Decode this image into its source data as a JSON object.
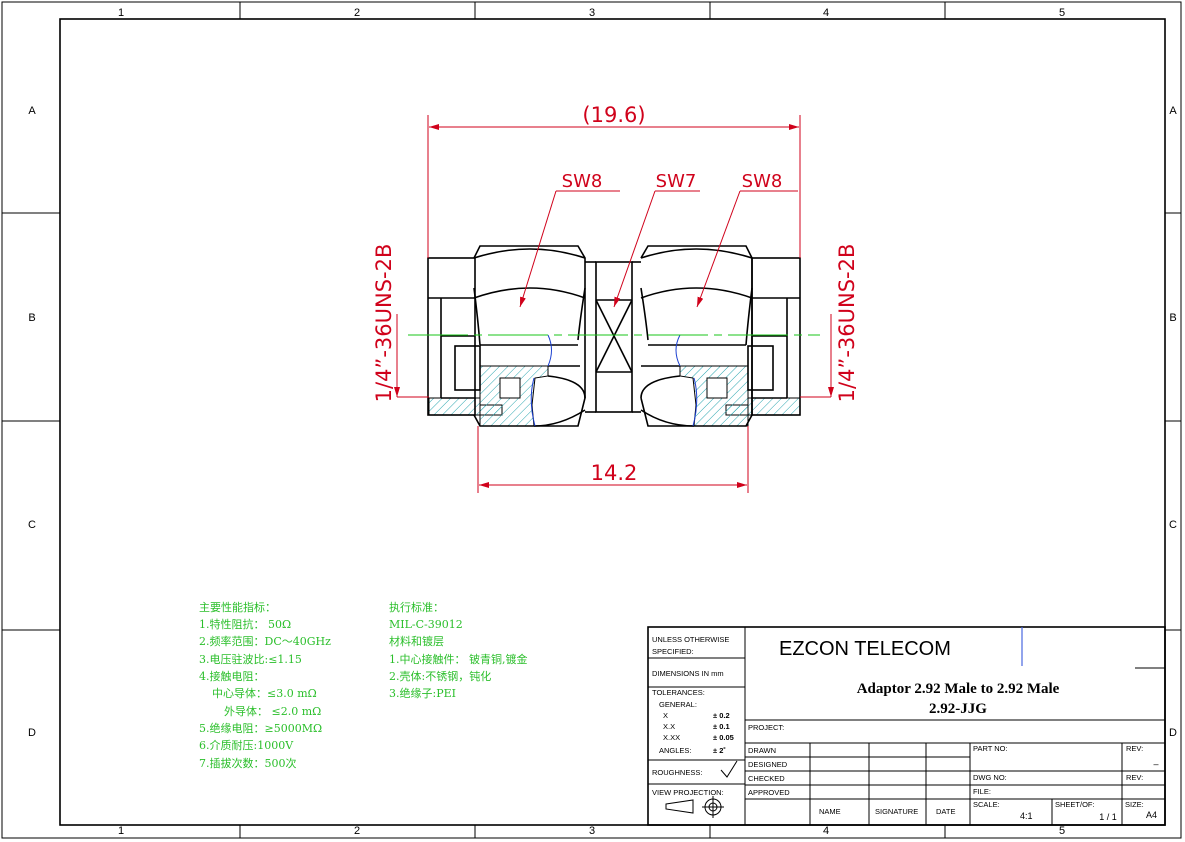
{
  "zones": {
    "columns": [
      "1",
      "2",
      "3",
      "4",
      "5"
    ],
    "rows": [
      "A",
      "B",
      "C",
      "D"
    ]
  },
  "drawing": {
    "overall_length": "(19.6)",
    "body_length": "14.2",
    "wrench_left": "SW8",
    "wrench_middle": "SW7",
    "wrench_right": "SW8",
    "thread_left": "1/4”-36UNS-2B",
    "thread_right": "1/4”-36UNS-2B"
  },
  "specs": {
    "title": "主要性能指标：",
    "lines": [
      "1.特性阻抗： 50Ω",
      "2.频率范围：DC～40GHz",
      "3.电压驻波比:≤1.15",
      "4.接触电阻：",
      "中心导体：≤3.0 mΩ",
      "外导体： ≤2.0 mΩ",
      "5.绝缘电阻：≥5000MΩ",
      "6.介质耐压:1000V",
      "7.插拔次数：500次"
    ]
  },
  "standards": {
    "title": "执行标准：",
    "lines": [
      "MIL-C-39012",
      "材料和镀层",
      "1.中心接触件： 铍青铜,镀金",
      "2.壳体:不锈钢，钝化",
      "3.绝缘子:PEI"
    ]
  },
  "title_block": {
    "unless": "UNLESS OTHERWISE",
    "specified": "SPECIFIED:",
    "dimensions": "DIMENSIONS IN mm",
    "tolerances": "TOLERANCES:",
    "general": "GENERAL:",
    "tol_x": "X",
    "tol_x_val": "± 0.2",
    "tol_xx": "X.X",
    "tol_xx_val": "± 0.1",
    "tol_xxx": "X.XX",
    "tol_xxx_val": "± 0.05",
    "angles": "ANGLES:",
    "angles_val": "± 2˚",
    "roughness": "ROUGHNESS:",
    "view_projection": "VIEW PROJECTION:",
    "company": "EZCON TELECOM",
    "title_line1": "Adaptor 2.92 Male to 2.92  Male",
    "title_line2": "2.92-JJG",
    "project": "PROJECT:",
    "drawn": "DRAWN",
    "designed": "DESIGNED",
    "checked": "CHECKED",
    "approved": "APPROVED",
    "part_no": "PART NO:",
    "rev": "REV:",
    "rev_val": "–",
    "dwg_no": "DWG NO:",
    "file": "FILE:",
    "scale": "SCALE:",
    "scale_val": "4:1",
    "sheet_of": "SHEET/OF:",
    "sheet_val": "1 / 1",
    "size": "SIZE:",
    "size_val": "A4",
    "name": "NAME",
    "signature": "SIGNATURE",
    "date": "DATE"
  },
  "colors": {
    "dimension": "#d0021b",
    "centerline": "#19c419",
    "spec_text": "#2bbf2b",
    "hatch": "#2aa6b0",
    "insulator_edge": "#1a3fd0",
    "outline": "#000000"
  }
}
